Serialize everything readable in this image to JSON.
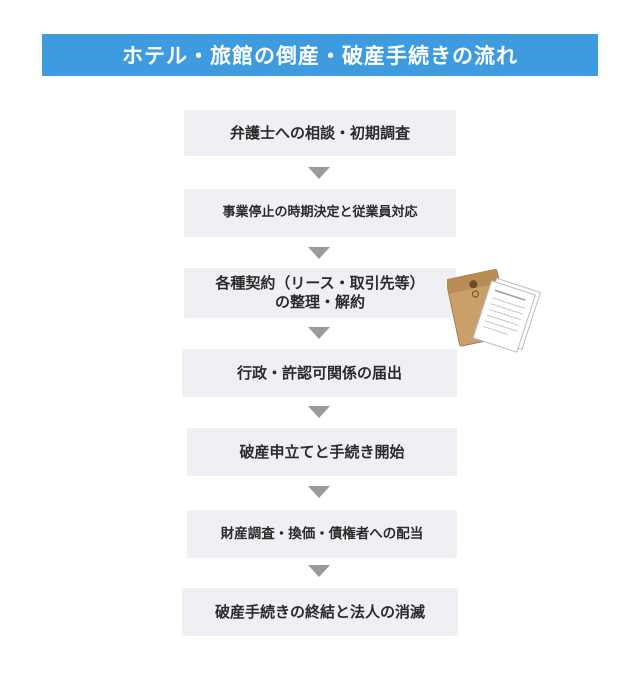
{
  "title": "ホテル・旅館の倒産・破産手続きの流れ",
  "steps": [
    {
      "label": "弁護士への相談・初期調査"
    },
    {
      "label": "事業停止の時期決定と従業員対応"
    },
    {
      "label": "各種契約（リース・取引先等）の整理・解約"
    },
    {
      "label": "行政・許認可関係の届出"
    },
    {
      "label": "破産申立てと手続き開始"
    },
    {
      "label": "財産調査・換価・債権者への配当"
    },
    {
      "label": "破産手続きの終結と法人の消滅"
    }
  ],
  "illustration": {
    "icon": "document-envelope-icon"
  },
  "colors": {
    "banner": "#3f9be0",
    "box": "#eef0f4",
    "arrow": "#9a9a9a",
    "text": "#2b2b2b"
  }
}
